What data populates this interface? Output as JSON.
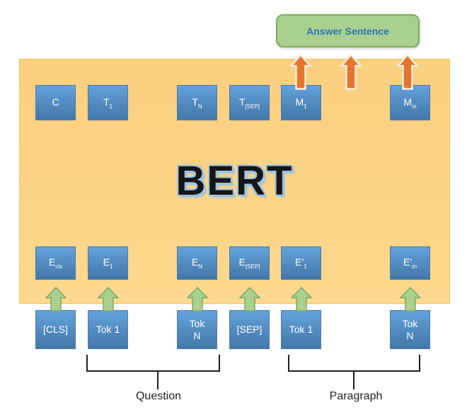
{
  "title": "BERT question answering diagram",
  "answer_box": {
    "label": "Answer Sentence"
  },
  "bert": {
    "label": "BERT"
  },
  "top_row": [
    {
      "main": "C",
      "sub": ""
    },
    {
      "main": "T",
      "sub": "1"
    },
    {
      "main": "T",
      "sub": "N"
    },
    {
      "main": "T",
      "sub": "[SEP]"
    },
    {
      "main": "M",
      "sub": "1"
    },
    {
      "main": "M",
      "sub": "m"
    }
  ],
  "embedding_row": [
    {
      "main": "E",
      "sub": "cls"
    },
    {
      "main": "E",
      "sub": "1"
    },
    {
      "main": "E",
      "sub": "N"
    },
    {
      "main": "E",
      "sub": "[SEP]"
    },
    {
      "main": "E’",
      "sub": "1"
    },
    {
      "main": "E’",
      "sub": "m"
    }
  ],
  "token_row": [
    {
      "label": "[CLS]"
    },
    {
      "label": "Tok 1"
    },
    {
      "label": "Tok\nN"
    },
    {
      "label": "[SEP]"
    },
    {
      "label": "Tok 1"
    },
    {
      "label": "Tok\nN"
    }
  ],
  "groups": [
    {
      "label": "Question"
    },
    {
      "label": "Paragraph"
    }
  ],
  "icons": {
    "green_arrows": "up-arrow-icon (input token into BERT), 6 total",
    "orange_arrows": "up-arrow-icon (BERT output to answer), 3 total"
  },
  "colors": {
    "bert_fill": "#FBD386",
    "bert_border": "#F2C063",
    "box_blue_top": "#63A2DB",
    "box_blue_bottom": "#4377A8",
    "box_blue_border": "#4A7CAC",
    "answer_fill": "#A9D08E",
    "answer_border": "#7FAC60",
    "answer_text": "#2E75B6",
    "green_arrow_fill": "#A9D08E",
    "green_arrow_stroke": "#7EA964",
    "orange_arrow_fill": "#E4752D",
    "orange_arrow_stroke": "#FBEEDC",
    "box_text": "#FFFFFF",
    "brace_color": "#1F1F1F",
    "bert_text": "#161616",
    "bert_glow": "#9CC3E5"
  }
}
